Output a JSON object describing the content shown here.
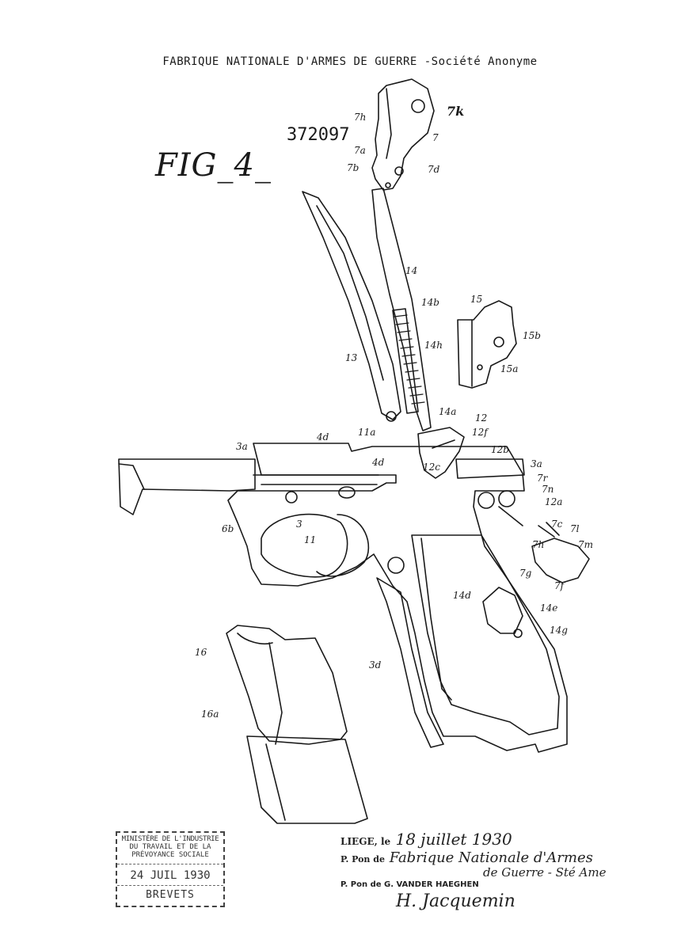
{
  "header": {
    "title": "FABRIQUE NATIONALE D'ARMES DE GUERRE -Société Anonyme"
  },
  "patent_number": "372097",
  "figure_label": "FIG_4_",
  "labels": {
    "l7h": "7h",
    "l7k": "7k",
    "l7": "7",
    "l7a": "7a",
    "l7b": "7b",
    "l7d": "7d",
    "l14": "14",
    "l14b": "14b",
    "l15": "15",
    "l15b": "15b",
    "l14h": "14h",
    "l13": "13",
    "l15a": "15a",
    "l14a": "14a",
    "l12": "12",
    "l12f": "12f",
    "l3a_left": "3a",
    "l4d": "4d",
    "l11a": "11a",
    "l12b": "12b",
    "l4d2": "4d",
    "l12c": "12c",
    "l3a_right": "3a",
    "l7r": "7r",
    "l7n": "7n",
    "l12a": "12a",
    "l6b": "6b",
    "l3": "3",
    "l11": "11",
    "l7c": "7c",
    "l7l": "7l",
    "l7h2": "7h",
    "l7m": "7m",
    "l7g": "7g",
    "l7f": "7f",
    "l14d": "14d",
    "l14e": "14e",
    "l14g": "14g",
    "l16": "16",
    "l3d": "3d",
    "l16a": "16a"
  },
  "stamp": {
    "line1": "MINISTÈRE DE L'INDUSTRIE",
    "line2": "DU TRAVAIL ET DE LA",
    "line3": "PRÉVOYANCE SOCIALE",
    "date": "24 JUIL 1930",
    "line4": "BREVETS"
  },
  "signature": {
    "place": "LIEGE, le",
    "date": "18 juillet 1930",
    "ppon": "P. Pon de",
    "company": "Fabrique Nationale d'Armes",
    "company2": "de Guerre - Sté Ame",
    "agent": "P. Pon de G. VANDER HAEGHEN",
    "signer": "H. Jacquemin"
  }
}
